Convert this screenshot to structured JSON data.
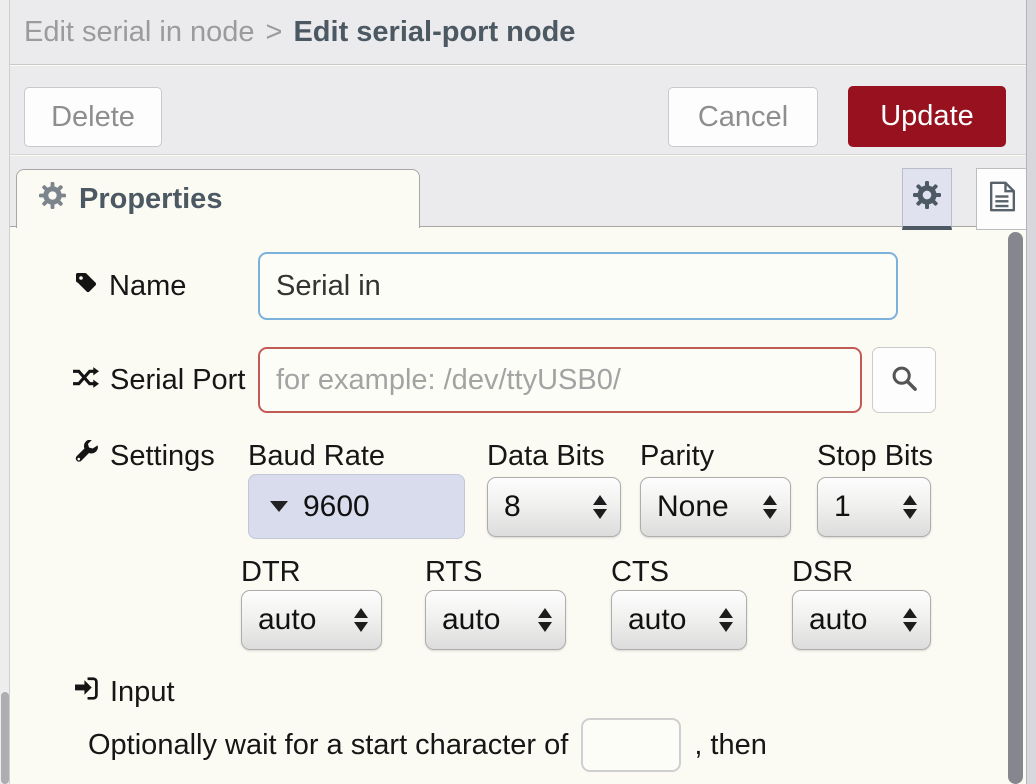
{
  "header": {
    "breadcrumb": {
      "parent": "Edit serial in node",
      "separator": ">",
      "current": "Edit serial-port node"
    }
  },
  "toolbar": {
    "delete_label": "Delete",
    "cancel_label": "Cancel",
    "update_label": "Update"
  },
  "tabs": {
    "properties_label": "Properties"
  },
  "form": {
    "name": {
      "label": "Name",
      "value": "Serial in"
    },
    "serial_port": {
      "label": "Serial Port",
      "placeholder": "for example: /dev/ttyUSB0/"
    },
    "settings": {
      "label": "Settings",
      "baud_rate": {
        "label": "Baud Rate",
        "value": "9600"
      },
      "data_bits": {
        "label": "Data Bits",
        "value": "8"
      },
      "parity": {
        "label": "Parity",
        "value": "None"
      },
      "stop_bits": {
        "label": "Stop Bits",
        "value": "1"
      },
      "dtr": {
        "label": "DTR",
        "value": "auto"
      },
      "rts": {
        "label": "RTS",
        "value": "auto"
      },
      "cts": {
        "label": "CTS",
        "value": "auto"
      },
      "dsr": {
        "label": "DSR",
        "value": "auto"
      }
    },
    "input_section": {
      "label": "Input",
      "sentence_prefix": "Optionally wait for a start character of",
      "start_char_value": "",
      "sentence_suffix": ", then"
    }
  },
  "icons": {
    "name_label": "tag-icon",
    "serial_port_label": "random-icon",
    "settings_label": "wrench-icon",
    "input_label": "sign-in-icon",
    "properties_tab": "cog-icon",
    "tabbar_buttons": [
      "cog-icon",
      "file-text-icon"
    ],
    "serial_search": "search-icon",
    "baud_dropdown": "caret-down-icon",
    "selects": "up-down-arrows-icon"
  },
  "colors": {
    "accent_red": "#97121e",
    "focus_blue": "#7cb1dc",
    "error_red": "#c25b54",
    "baud_dropdown_bg": "#d9dcec"
  }
}
